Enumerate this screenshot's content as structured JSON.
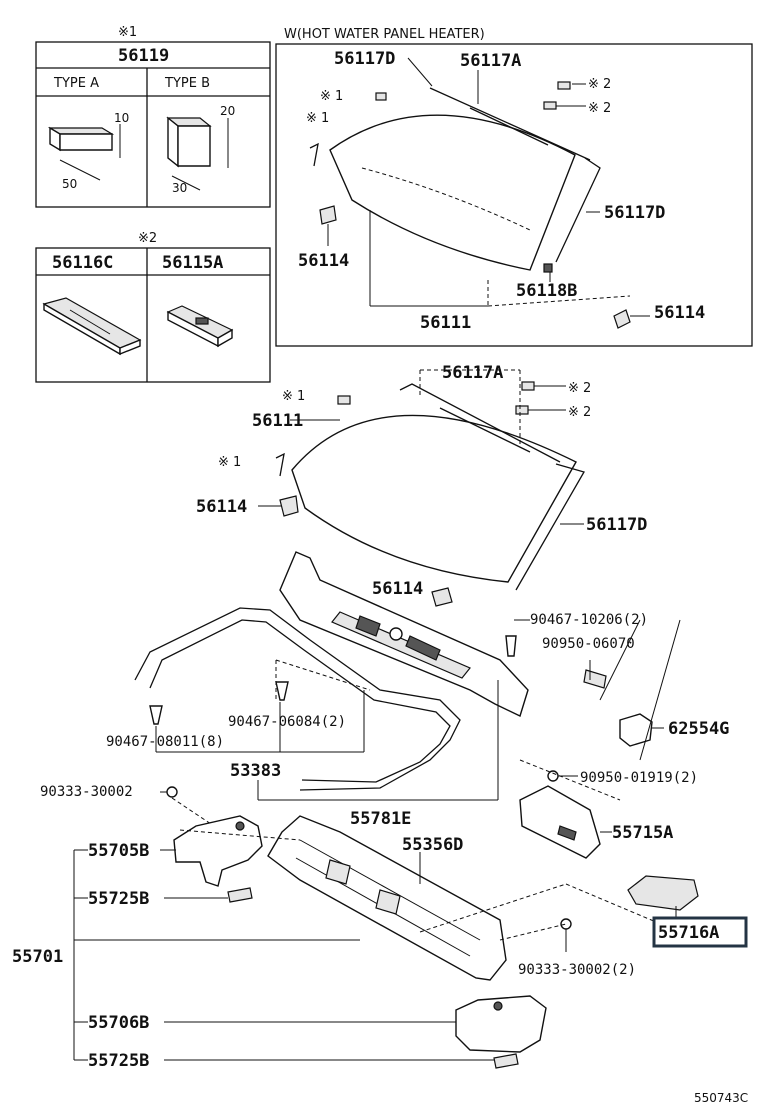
{
  "diagram": {
    "inset_heater_title": "W(HOT WATER PANEL HEATER)",
    "note_mark_1": "※1",
    "note_mark_2": "※2",
    "note_1_label": "※ 1",
    "note_2_label": "※ 2",
    "figure_code": "550743C",
    "highlight_color": "#243444",
    "table_1": {
      "part": "56119",
      "type_a": "TYPE  A",
      "type_b": "TYPE  B",
      "a_width": "50",
      "a_height": "10",
      "b_width": "30",
      "b_height": "20"
    },
    "table_2": {
      "part_left": "56116C",
      "part_right": "56115A"
    },
    "inset_parts": {
      "p56117D_top": "56117D",
      "p56117A": "56117A",
      "p56117D_side": "56117D",
      "p56114_left": "56114",
      "p56118B": "56118B",
      "p56111": "56111",
      "p56114_right": "56114"
    },
    "main_parts": {
      "p56117A": "56117A",
      "p56111": "56111",
      "p56114_left": "56114",
      "p56117D": "56117D",
      "p56114_center": "56114",
      "p90467_10206": "90467-10206(2)",
      "p90950_06070": "90950-06070",
      "p62554G": "62554G",
      "p90467_06084": "90467-06084(2)",
      "p90467_08011": "90467-08011(8)",
      "p53383": "53383",
      "p90950_01919": "90950-01919(2)",
      "p90333_30002_left": "90333-30002",
      "p55781E": "55781E",
      "p55705B": "55705B",
      "p55356D": "55356D",
      "p55715A": "55715A",
      "p55725B_top": "55725B",
      "p55716A": "55716A",
      "p55701": "55701",
      "p90333_30002_right": "90333-30002(2)",
      "p55706B": "55706B",
      "p55725B_bottom": "55725B"
    }
  }
}
